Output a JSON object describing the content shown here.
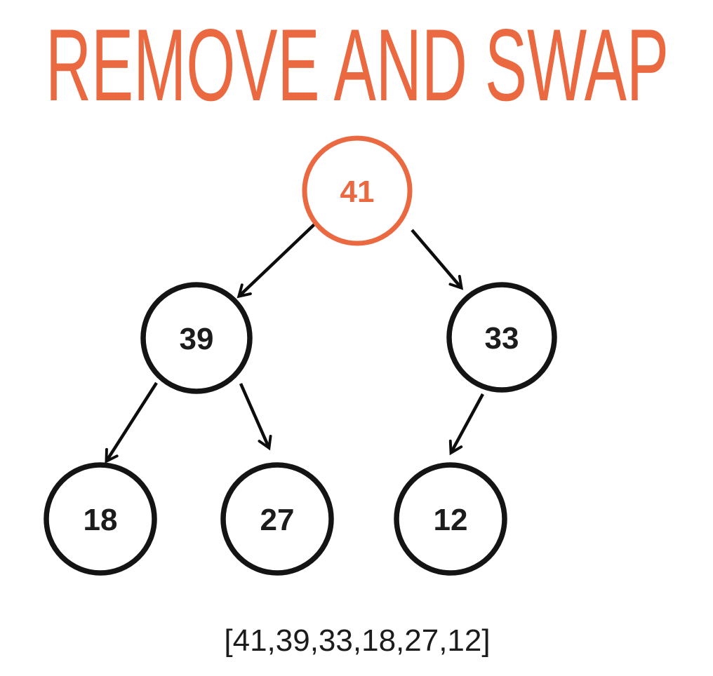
{
  "title": "REMOVE AND SWAP",
  "colors": {
    "accent_orange": "#EB6941",
    "node_black": "#141414",
    "background": "#FFFFFF"
  },
  "tree": {
    "nodes": [
      {
        "id": "root",
        "value": "41",
        "highlighted": true
      },
      {
        "id": "left",
        "value": "39",
        "highlighted": false
      },
      {
        "id": "right",
        "value": "33",
        "highlighted": false
      },
      {
        "id": "left-left",
        "value": "18",
        "highlighted": false
      },
      {
        "id": "left-right",
        "value": "27",
        "highlighted": false
      },
      {
        "id": "right-left",
        "value": "12",
        "highlighted": false
      }
    ],
    "edges": [
      {
        "from": "41",
        "to": "39"
      },
      {
        "from": "41",
        "to": "33"
      },
      {
        "from": "39",
        "to": "18"
      },
      {
        "from": "39",
        "to": "27"
      },
      {
        "from": "33",
        "to": "12"
      }
    ]
  },
  "array_label": "[41,39,33,18,27,12]"
}
